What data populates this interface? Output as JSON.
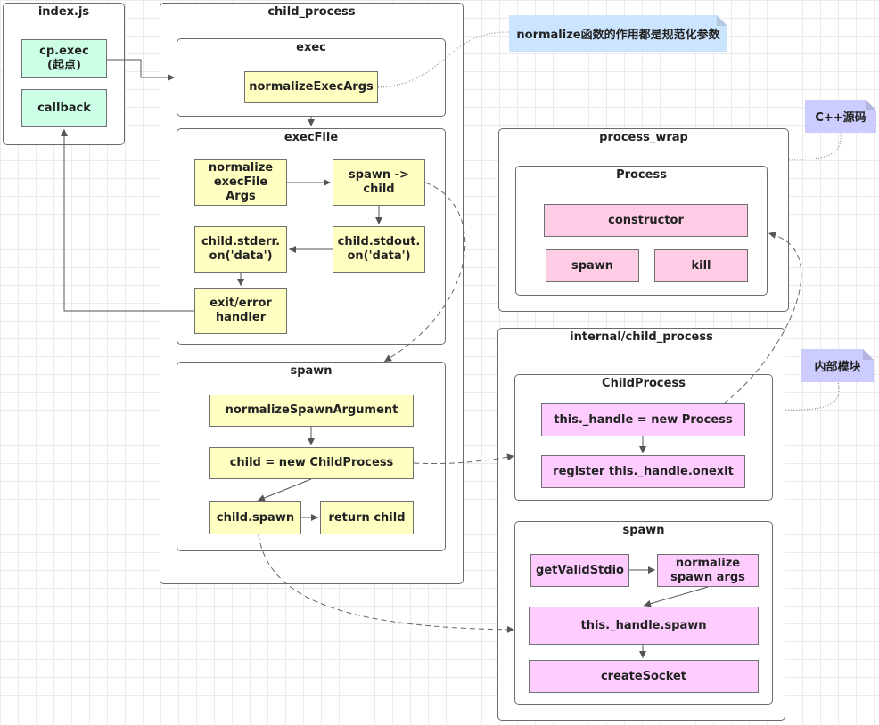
{
  "containers": {
    "index_js": "index.js",
    "child_process": "child_process",
    "exec": "exec",
    "execFile": "execFile",
    "spawn_inner": "spawn",
    "process_wrap": "process_wrap",
    "process_cls": "Process",
    "internal_child_process": "internal/child_process",
    "childprocess_cls": "ChildProcess",
    "internal_spawn": "spawn"
  },
  "nodes": {
    "cp_exec": "cp.exec\n(起点)",
    "callback": "callback",
    "normalizeExecArgs": "normalizeExecArgs",
    "normalizeExecFileArgs": "normalize\nexecFile\nArgs",
    "spawn_child": "spawn ->\nchild",
    "child_stderr": "child.stderr.\non('data')",
    "child_stdout": "child.stdout.\non('data')",
    "exit_error_handler": "exit/error\nhandler",
    "normalizeSpawnArgument": "normalizeSpawnArgument",
    "new_childprocess": "child = new ChildProcess",
    "child_spawn": "child.spawn",
    "return_child": "return child",
    "constructor": "constructor",
    "process_spawn": "spawn",
    "process_kill": "kill",
    "handle_new_process": "this._handle = new Process",
    "register_onexit": "register this._handle.onexit",
    "getValidStdio": "getValidStdio",
    "normalize_spawn_args": "normalize\nspawn args",
    "handle_spawn": "this._handle.spawn",
    "createSocket": "createSocket"
  },
  "notes": {
    "normalize_note": "normalize函数的作用都是规范化参数",
    "cpp_source": "C++源码",
    "internal_module": "内部模块"
  },
  "colors": {
    "green": "#ccffe6",
    "yellow": "#ffffc2",
    "pink": "#ffcce6",
    "magenta": "#ffccff",
    "note_blue": "#cce5ff",
    "note_purple": "#ccccff"
  }
}
